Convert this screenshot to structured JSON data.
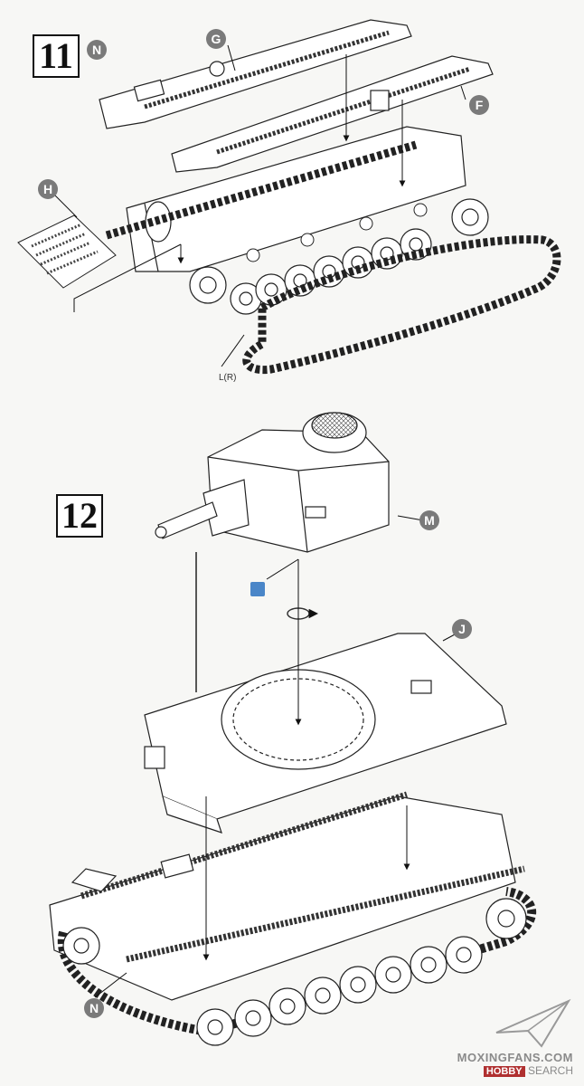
{
  "steps": [
    {
      "number": "11"
    },
    {
      "number": "12"
    }
  ],
  "parts": {
    "G": "G",
    "N_top": "N",
    "F": "F",
    "H": "H",
    "M": "M",
    "J": "J",
    "N_bottom": "N"
  },
  "callouts": {
    "track_label": "L(R)"
  },
  "watermark": {
    "line1": "MOXINGFANS.COM",
    "line2_brand": "HOBBY",
    "line2_rest": "SEARCH"
  },
  "icons": {
    "tool": "glue-icon",
    "rotate": "rotate-arrow-icon",
    "watermark": "paper-plane-logo-icon"
  }
}
